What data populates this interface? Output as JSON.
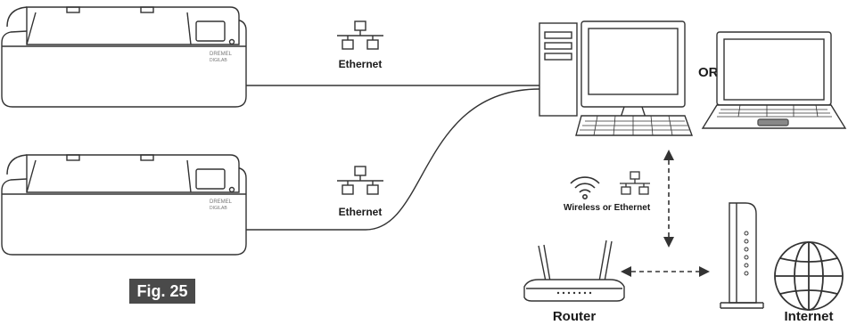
{
  "labels": {
    "ethernet_top": "Ethernet",
    "ethernet_bottom": "Ethernet",
    "or": "OR",
    "wireless_or_ethernet": "Wireless or Ethernet",
    "router": "Router",
    "internet": "Internet"
  },
  "printer_brand": {
    "line1": "DREMEL",
    "line2": "DIGILAB"
  },
  "figure_label": "Fig. 25",
  "colors": {
    "stroke": "#333333",
    "figure_box": "#4a4a4a"
  }
}
